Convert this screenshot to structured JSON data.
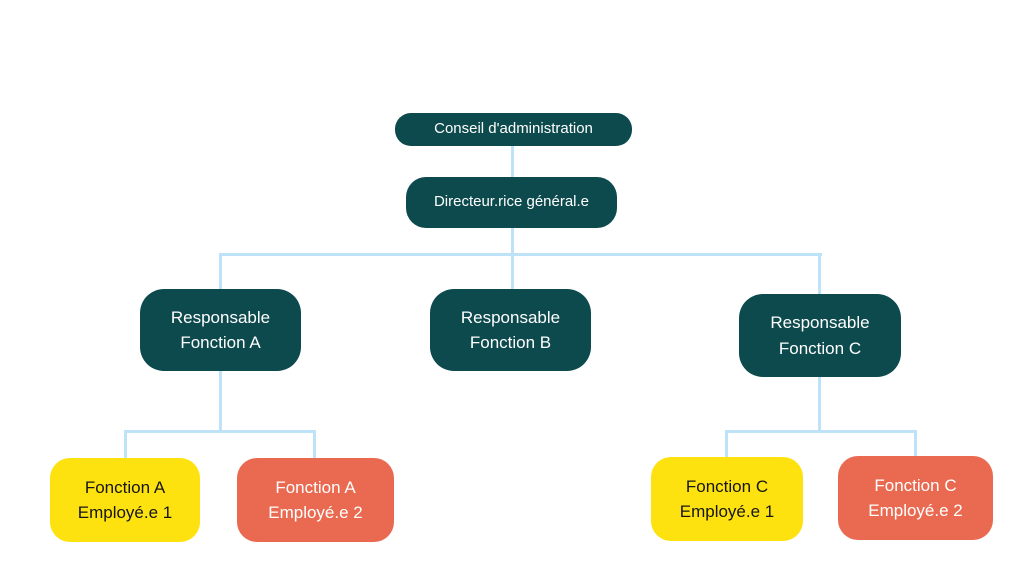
{
  "diagram": {
    "type": "org-chart",
    "palette": {
      "teal": "#0d4a4d",
      "yellow": "#fde210",
      "coral": "#e96a50",
      "line": "#bee3f8",
      "text-light": "#ffffff",
      "text-dark": "#161616",
      "background": "#ffffff"
    },
    "nodes": {
      "conseil": {
        "label": "Conseil d'administration",
        "color": "teal"
      },
      "directeur": {
        "label": "Directeur.rice général.e",
        "color": "teal"
      },
      "resp_a": {
        "line1": "Responsable",
        "line2": "Fonction A",
        "color": "teal"
      },
      "resp_b": {
        "line1": "Responsable",
        "line2": "Fonction B",
        "color": "teal"
      },
      "resp_c": {
        "line1": "Responsable",
        "line2": "Fonction C",
        "color": "teal"
      },
      "emp_a1": {
        "line1": "Fonction A",
        "line2": "Employé.e 1",
        "color": "yellow"
      },
      "emp_a2": {
        "line1": "Fonction A",
        "line2": "Employé.e 2",
        "color": "coral"
      },
      "emp_c1": {
        "line1": "Fonction C",
        "line2": "Employé.e 1",
        "color": "yellow"
      },
      "emp_c2": {
        "line1": "Fonction C",
        "line2": "Employé.e 2",
        "color": "coral"
      }
    },
    "edges": [
      {
        "from": "conseil",
        "to": "directeur"
      },
      {
        "from": "directeur",
        "to": "resp_a"
      },
      {
        "from": "directeur",
        "to": "resp_b"
      },
      {
        "from": "directeur",
        "to": "resp_c"
      },
      {
        "from": "resp_a",
        "to": "emp_a1"
      },
      {
        "from": "resp_a",
        "to": "emp_a2"
      },
      {
        "from": "resp_c",
        "to": "emp_c1"
      },
      {
        "from": "resp_c",
        "to": "emp_c2"
      }
    ]
  }
}
